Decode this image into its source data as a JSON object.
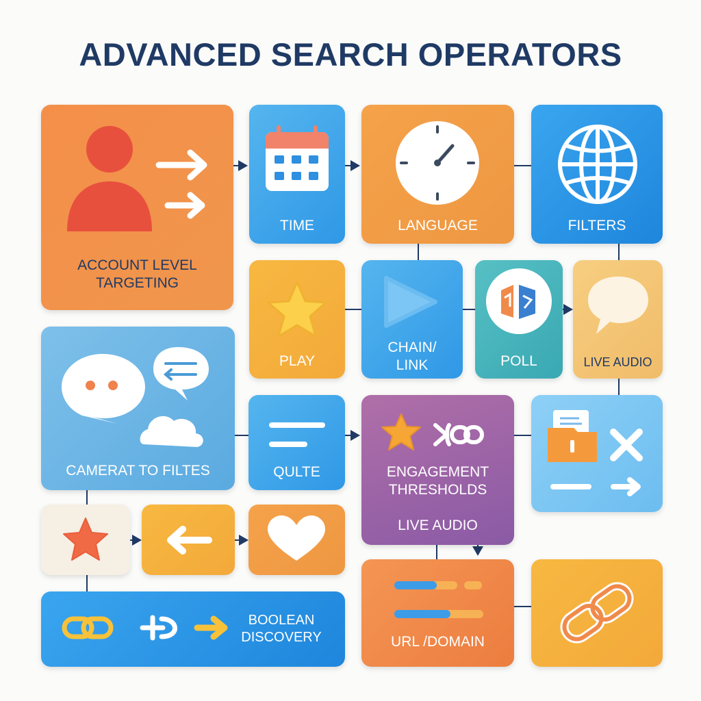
{
  "title": "ADVANCED SEARCH OPERATORS",
  "tiles": {
    "account": "ACCOUNT LEVEL\nTARGETING",
    "time": "TIME",
    "language": "LANGUAGE",
    "filters": "FILTERS",
    "play": "PLAY",
    "chain_link": "CHAIN/\nLINK",
    "poll": "POLL",
    "live_audio_top": "LIVE AUDIO",
    "camerat": "CAMERAT TO FILTES",
    "qulte": "QULTE",
    "engagement": "ENGAGEMENT\nTHRESHOLDS",
    "live_audio_mid": "LIVE AUDIO",
    "boolean": "BOOLEAN\nDISCOVERY",
    "url_domain": "URL /DOMAIN"
  },
  "icons": {
    "account": "person-arrows-icon",
    "time": "calendar-icon",
    "language": "clock-icon",
    "filters": "globe-icon",
    "play": "star-icon",
    "chain_link": "play-icon",
    "poll": "poll-badge-icon",
    "live_audio_top": "speech-bubble-icon",
    "camerat": "chat-bubbles-icon",
    "qulte": "text-lines-icon",
    "engagement": "star-link-icon",
    "folder_tile": "folder-x-icon",
    "star_tile": "star-icon",
    "arrow_tile": "arrow-left-icon",
    "heart_tile": "heart-icon",
    "boolean": "chain-plus-arrow-icon",
    "url_domain": "progress-bars-icon",
    "chain_tile": "chain-icon"
  },
  "colors": {
    "title": "#1f3a64",
    "orange": "#f0964c",
    "blue": "#2f98e6",
    "yellow": "#f3a93a",
    "teal": "#3aa8b3",
    "purple": "#8a5aa5",
    "connector": "#1f3a64"
  }
}
